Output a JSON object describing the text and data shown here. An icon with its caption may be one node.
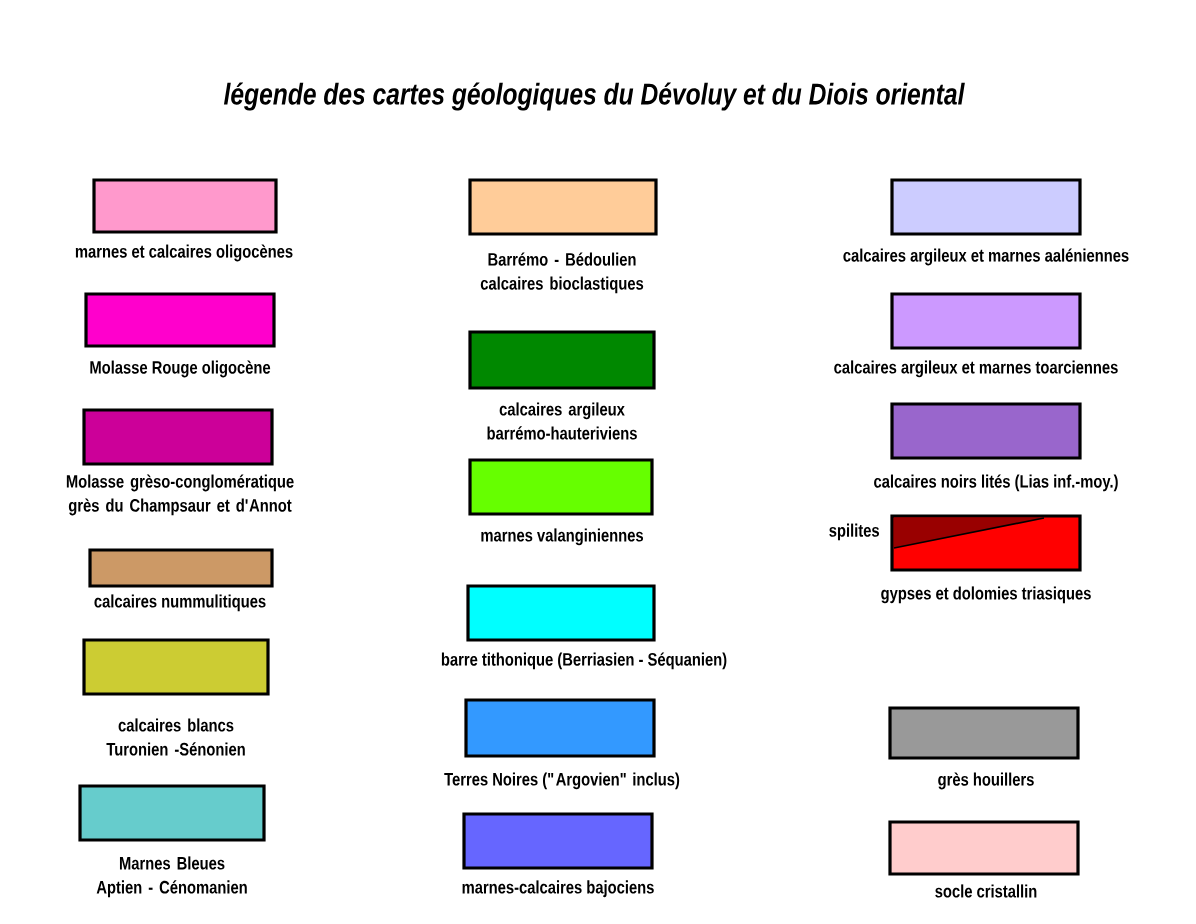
{
  "diagram": {
    "title": "légende des cartes géologiques du Dévoluy et du Diois oriental",
    "legend": [
      {
        "text": "marnes et calcaires oligocènes",
        "color": "#ff99cc"
      },
      {
        "text": "Molasse Rouge oligocène",
        "color": "#ff00cc"
      },
      {
        "text": "Molasse grèso-conglomératique grès du Champsaur et d'Annot",
        "color": "#cc0099"
      },
      {
        "text": "calcaires nummulitiques",
        "color": "#cc9966"
      },
      {
        "text": "calcaires blancs Turonien -Sénonien",
        "color": "#cccc33"
      },
      {
        "text": "Marnes Bleues Aptien - Cénomanien",
        "color": "#66cccc"
      },
      {
        "text": "Barrémo - Bédoulien calcaires bioclastiques",
        "color": "#ffcc99"
      },
      {
        "text": "calcaires argileux barrémo-hauteriviens",
        "color": "#008800"
      },
      {
        "text": "marnes valanginiennes",
        "color": "#66ff00"
      },
      {
        "text": "barre tithonique (Berriasien - Séquanien)",
        "color": "#00ffff"
      },
      {
        "text": "Terres Noires (\"Argovien\" inclus)",
        "color": "#3399ff"
      },
      {
        "text": "marnes-calcaires bajociens",
        "color": "#6666ff"
      },
      {
        "text": "calcaires argileux et marnes aaléniennes",
        "color": "#ccccff"
      },
      {
        "text": "calcaires argileux et marnes toarciennes",
        "color": "#cc99ff"
      },
      {
        "text": "calcaires noirs lités (Lias inf.-moy.)",
        "color": "#9966cc"
      },
      {
        "text": "spilites",
        "color": "#990000"
      },
      {
        "text": "gypses et dolomies triasiques",
        "color": "#ff0000"
      },
      {
        "text": "grès houillers",
        "color": "#999999"
      },
      {
        "text": "socle cristallin",
        "color": "#ffcccc"
      }
    ]
  }
}
